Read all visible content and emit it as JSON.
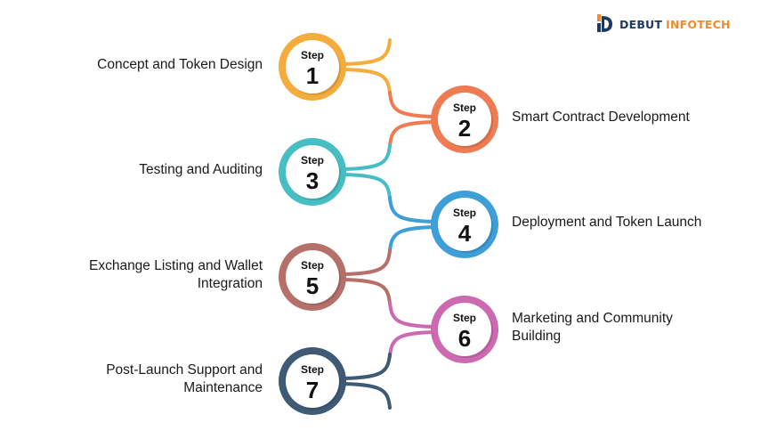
{
  "brand": {
    "name_part1": "DEBUT",
    "name_part2": "INFOTECH",
    "logo_icon": "debut-d-icon",
    "color_dark": "#1f3a5f",
    "color_accent": "#f08a2a"
  },
  "step_word": "Step",
  "steps": [
    {
      "number": "1",
      "title": "Concept and Token Design",
      "side": "left",
      "color": "#f4ad3d"
    },
    {
      "number": "2",
      "title": "Smart Contract Development",
      "side": "right",
      "color": "#ee7b52"
    },
    {
      "number": "3",
      "title": "Testing and Auditing",
      "side": "left",
      "color": "#47bdc4"
    },
    {
      "number": "4",
      "title": "Deployment and Token Launch",
      "side": "right",
      "color": "#3e9fd8"
    },
    {
      "number": "5",
      "title": "Exchange Listing and Wallet Integration",
      "side": "left",
      "color": "#b5706a"
    },
    {
      "number": "6",
      "title": "Marketing and Community Building",
      "side": "right",
      "color": "#cd69b1"
    },
    {
      "number": "7",
      "title": "Post-Launch Support and Maintenance",
      "side": "left",
      "color": "#3e5a75"
    }
  ]
}
